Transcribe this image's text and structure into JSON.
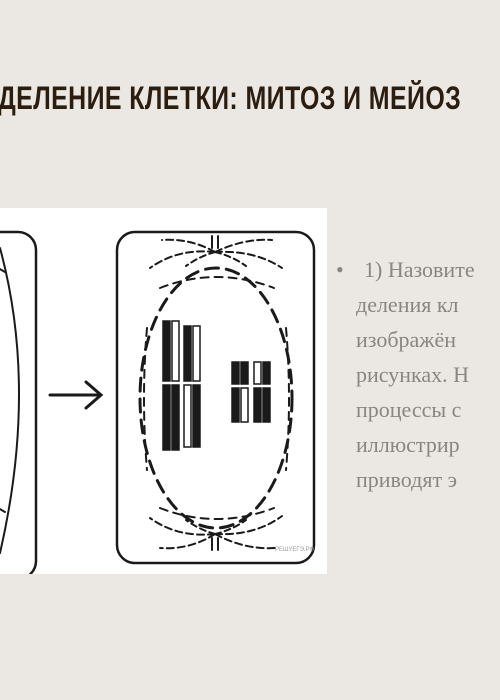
{
  "slide": {
    "title": "ДЕЛЕНИЕ КЛЕТКИ: МИТОЗ И МЕЙОЗ",
    "figure": {
      "watermark": "РЕШУЕГЭ.РФ"
    },
    "bullets": [
      {
        "marker": "•",
        "lines": [
          "1) Назовите",
          "деления кл",
          "изображён",
          "рисунках. Н",
          "процессы с",
          "иллюстрир",
          "приводят э"
        ]
      }
    ]
  },
  "colors": {
    "background": "#ebe8e3",
    "title": "#2b1d0f",
    "body_text": "#8a8580",
    "figure_background": "#ffffff",
    "figure_ink": "#1a1a1a"
  }
}
